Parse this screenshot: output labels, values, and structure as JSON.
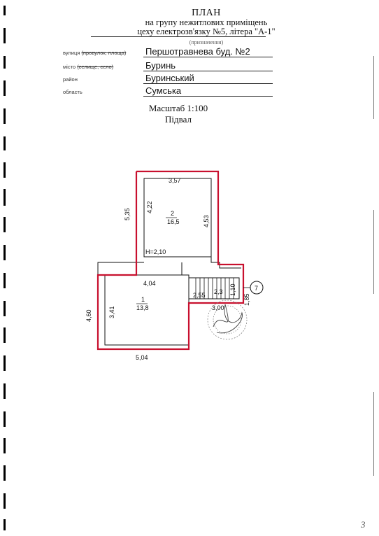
{
  "header": {
    "title": "ПЛАН",
    "subtitle_line1": "на групу нежитлових приміщень",
    "subtitle_line2": "цеху електрозв'язку №5, літера \"А-1\"",
    "purpose_caption": "(призначення)"
  },
  "address": {
    "street": {
      "label_prefix": "вулиця ",
      "label_struck": "(провулок, площа)",
      "value": "Першотравнева    буд. №2"
    },
    "city": {
      "label_prefix": "місто ",
      "label_struck": "(селище, село)",
      "value": "Буринь"
    },
    "district": {
      "label_prefix": "район",
      "label_struck": "",
      "value": "Буринський"
    },
    "region": {
      "label_prefix": "область",
      "label_struck": "",
      "value": "Сумська"
    }
  },
  "scale": "Масштаб 1:100",
  "floor": "Підвал",
  "plan": {
    "rooms": [
      {
        "number": "2",
        "area": "16,5"
      },
      {
        "number": "1",
        "area": "13,8"
      }
    ],
    "dimensions": {
      "room2_width": "3,57",
      "room2_inner_height": "4,22",
      "room2_left_outer": "5,35",
      "room2_right": "4,53",
      "height_label": "H=2,10",
      "room1_width_top": "4,04",
      "room1_inner_height": "3,41",
      "room1_left_outer": "4,60",
      "bottom_width": "5,04",
      "stair_a": "2,55",
      "stair_b": "2,3",
      "stair_c": "1,10",
      "stair_d": "3,00",
      "stair_e": "1,85"
    },
    "stair_marker": "7"
  },
  "page_number": "3",
  "colors": {
    "outline": "#c8102e",
    "lines": "#111111"
  }
}
